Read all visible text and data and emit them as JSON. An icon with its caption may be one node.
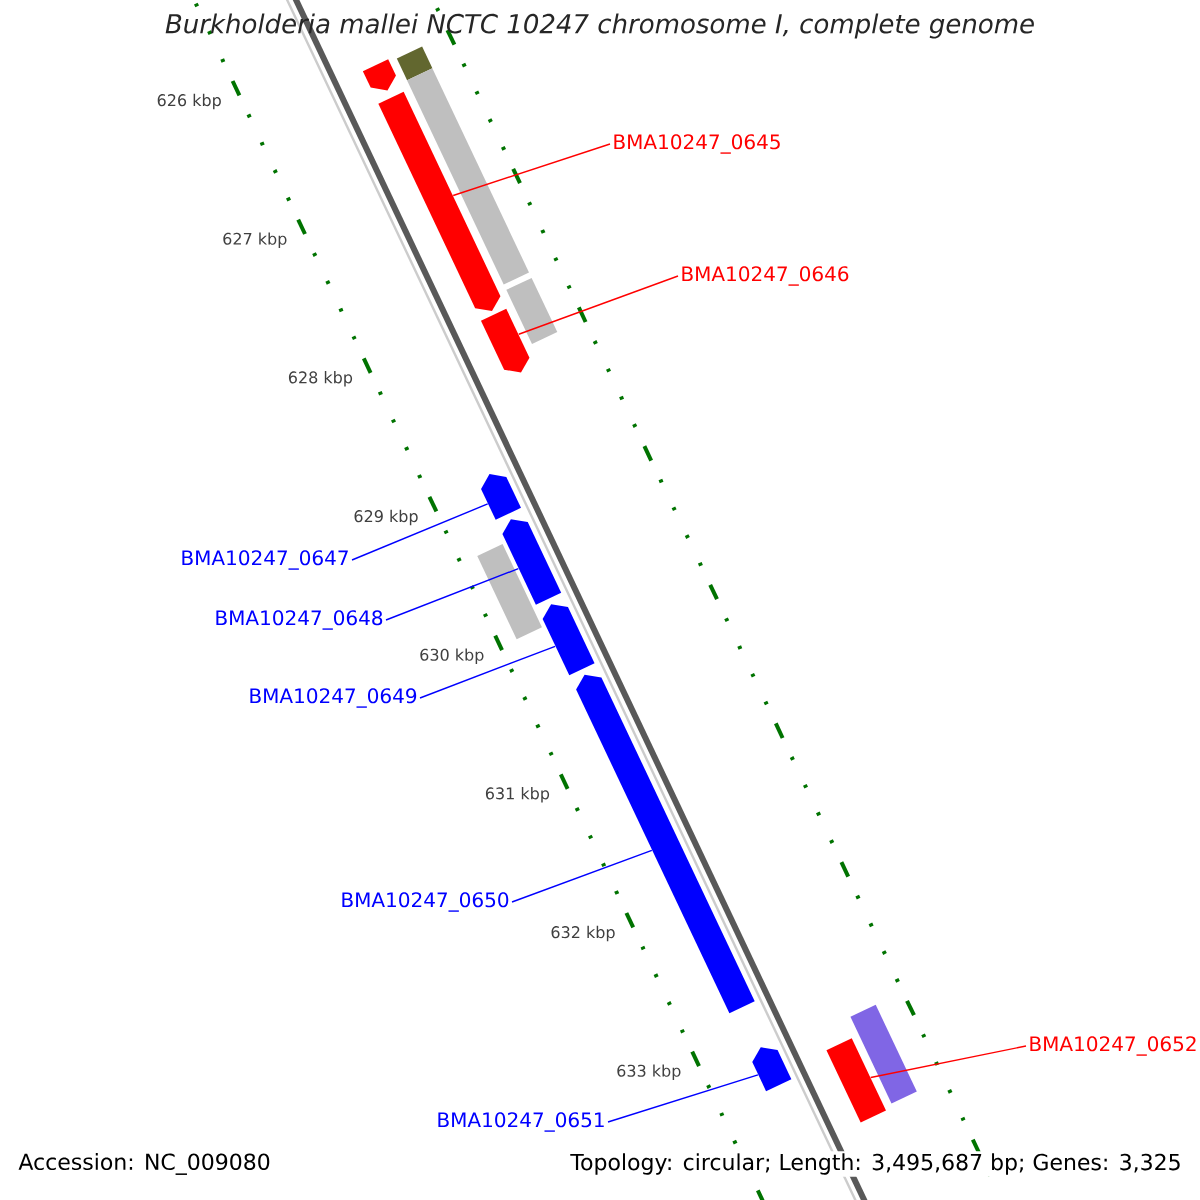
{
  "diagram": {
    "title": "Burkholderia mallei NCTC 10247 chromosome I, complete genome",
    "nodes": [
      {
        "text": [],
        "shape": "arrow"
      },
      {
        "text": [],
        "shape": "bar"
      },
      {
        "text": [],
        "shape": "arrow"
      },
      {
        "text": [],
        "shape": "bar"
      },
      {
        "text": [],
        "shape": "bar"
      },
      {
        "text": [],
        "shape": "arrow"
      },
      {
        "text": [],
        "shape": "arrow"
      },
      {
        "text": [],
        "shape": "arrow"
      },
      {
        "text": [],
        "shape": "bar"
      },
      {
        "text": [],
        "shape": "arrow"
      },
      {
        "text": [],
        "shape": "arrow"
      },
      {
        "text": [],
        "shape": "arrow"
      },
      {
        "text": [],
        "shape": "bar"
      },
      {
        "text": [],
        "shape": "bar"
      },
      {
        "text": [
          "BMA10247_0645"
        ]
      },
      {
        "text": [
          "BMA10247_0646"
        ]
      },
      {
        "text": [
          "BMA10247_0647"
        ]
      },
      {
        "text": [
          "BMA10247_0648"
        ]
      },
      {
        "text": [
          "BMA10247_0649"
        ]
      },
      {
        "text": [
          "BMA10247_0650"
        ]
      },
      {
        "text": [
          "BMA10247_0651"
        ]
      },
      {
        "text": [
          "BMA10247_0652"
        ]
      }
    ],
    "edges": [
      {
        "from": 14,
        "to": 2,
        "arrow": "none",
        "color": "#ff0000"
      },
      {
        "from": 15,
        "to": 5,
        "arrow": "none",
        "color": "#ff0000"
      },
      {
        "from": 16,
        "to": 6,
        "arrow": "none"
      },
      {
        "from": 17,
        "to": 7,
        "arrow": "none"
      },
      {
        "from": 18,
        "to": 9,
        "arrow": "none"
      },
      {
        "from": 19,
        "to": 10,
        "arrow": "none"
      },
      {
        "from": 20,
        "to": 11,
        "arrow": "none"
      },
      {
        "from": 21,
        "to": 12,
        "arrow": "none",
        "color": "#ff0000"
      }
    ],
    "labels": [
      "626 kbp",
      "627 kbp",
      "628 kbp",
      "629 kbp",
      "630 kbp",
      "631 kbp",
      "632 kbp",
      "633 kbp",
      "Accession: NC_009080",
      "Topology: circular; Length: 3,495,687 bp; Genes: 3,325"
    ]
  }
}
